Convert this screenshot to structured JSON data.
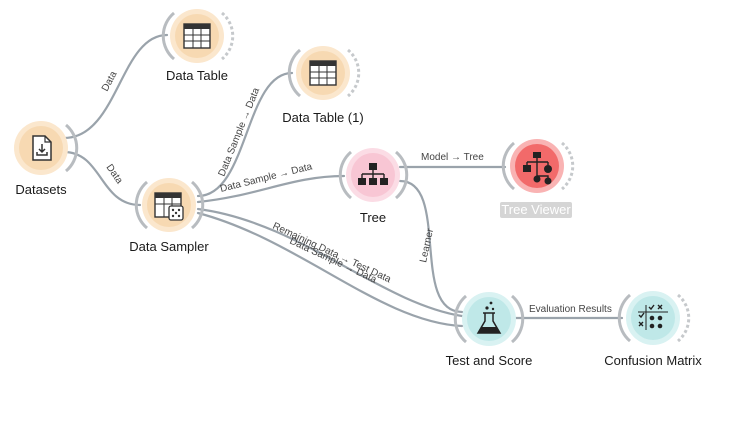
{
  "canvas": {
    "background": "#ffffff"
  },
  "colors": {
    "data_widget": "#f7d9b2",
    "data_widget_ring": "#fbe7cd",
    "model_widget": "#f8c6d4",
    "model_widget_ring": "#fbdce5",
    "eval_widget": "#bfe8e8",
    "eval_widget_ring": "#d9f2f2",
    "viewer_widget": "#f26a6a",
    "viewer_widget_ring": "#f9b3b3",
    "link": "#9aa3ab"
  },
  "widgets": {
    "datasets": {
      "label": "Datasets",
      "icon": "file-download-icon"
    },
    "data_table": {
      "label": "Data Table",
      "icon": "table-icon"
    },
    "data_table_1": {
      "label": "Data Table (1)",
      "icon": "table-icon"
    },
    "data_sampler": {
      "label": "Data Sampler",
      "icon": "table-dice-icon"
    },
    "tree": {
      "label": "Tree",
      "icon": "hierarchy-icon"
    },
    "tree_viewer": {
      "label": "Tree Viewer",
      "icon": "tree-chart-icon",
      "selected": true
    },
    "test_and_score": {
      "label": "Test and Score",
      "icon": "flask-icon"
    },
    "confusion_matrix": {
      "label": "Confusion Matrix",
      "icon": "matrix-icon"
    }
  },
  "links": {
    "datasets_to_data_table": "Data",
    "datasets_to_data_sampler": "Data",
    "sampler_to_data_table_1": "Data Sample → Data",
    "sampler_to_tree": "Data Sample → Data",
    "tree_to_tree_viewer": "Model → Tree",
    "tree_to_test": "Learner",
    "sampler_remaining_to_test": "Remaining Data → Test Data",
    "sampler_sample_to_test": "Data Sample → Data",
    "test_to_confusion": "Evaluation Results"
  }
}
